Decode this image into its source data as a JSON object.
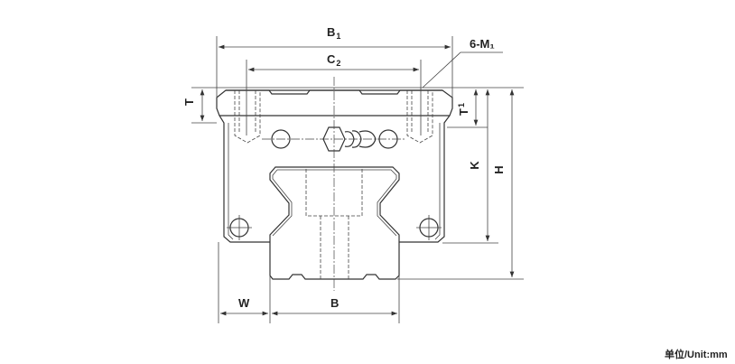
{
  "labels": {
    "B1": {
      "main": "B",
      "sub": "1"
    },
    "C2": {
      "main": "C",
      "sub": "2"
    },
    "M1": "6-M₁",
    "T": "T",
    "T1": {
      "main": "T",
      "sub": "1"
    },
    "K": "K",
    "H": "H",
    "W": "W",
    "B": "B"
  },
  "unit": "单位/Unit:mm"
}
